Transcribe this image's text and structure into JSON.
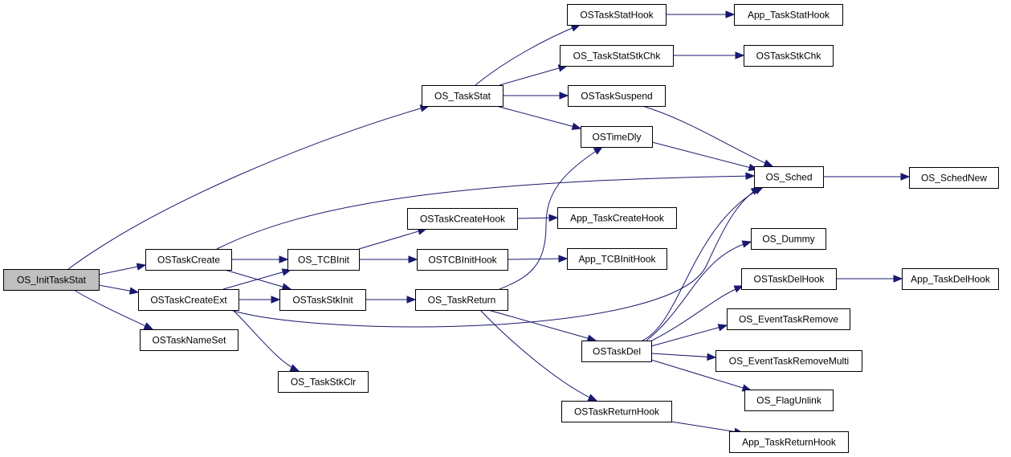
{
  "diagram": {
    "type": "call-graph",
    "colors": {
      "edge": "#191970",
      "node_border": "#000000",
      "node_fill": "#ffffff",
      "root_fill": "#bfbfbf"
    },
    "nodes": [
      {
        "id": "os_inittaskstat",
        "label": "OS_InitTaskStat",
        "root": true
      },
      {
        "id": "ostaskcreate",
        "label": "OSTaskCreate"
      },
      {
        "id": "ostaskcreateext",
        "label": "OSTaskCreateExt"
      },
      {
        "id": "ostasknameset",
        "label": "OSTaskNameSet"
      },
      {
        "id": "os_taskstkclr",
        "label": "OS_TaskStkClr"
      },
      {
        "id": "os_tcbinit",
        "label": "OS_TCBInit"
      },
      {
        "id": "ostaskstkinit",
        "label": "OSTaskStkInit"
      },
      {
        "id": "os_taskstat",
        "label": "OS_TaskStat"
      },
      {
        "id": "ostaskcreatehook",
        "label": "OSTaskCreateHook"
      },
      {
        "id": "ostcbinithook",
        "label": "OSTCBInitHook"
      },
      {
        "id": "os_taskreturn",
        "label": "OS_TaskReturn"
      },
      {
        "id": "ostaskstathook",
        "label": "OSTaskStatHook"
      },
      {
        "id": "os_taskstatstkchk",
        "label": "OS_TaskStatStkChk"
      },
      {
        "id": "ostasksuspend",
        "label": "OSTaskSuspend"
      },
      {
        "id": "ostimedly",
        "label": "OSTimeDly"
      },
      {
        "id": "app_taskcreatehook",
        "label": "App_TaskCreateHook"
      },
      {
        "id": "app_tcbinithook",
        "label": "App_TCBInitHook"
      },
      {
        "id": "ostaskdel",
        "label": "OSTaskDel"
      },
      {
        "id": "ostaskreturnhook",
        "label": "OSTaskReturnHook"
      },
      {
        "id": "app_taskstathook",
        "label": "App_TaskStatHook"
      },
      {
        "id": "ostaskstkchk",
        "label": "OSTaskStkChk"
      },
      {
        "id": "os_sched",
        "label": "OS_Sched"
      },
      {
        "id": "os_dummy",
        "label": "OS_Dummy"
      },
      {
        "id": "ostaskdelhook",
        "label": "OSTaskDelHook"
      },
      {
        "id": "os_eventtaskremove",
        "label": "OS_EventTaskRemove"
      },
      {
        "id": "os_eventtaskremovemulti",
        "label": "OS_EventTaskRemoveMulti"
      },
      {
        "id": "os_flagunlink",
        "label": "OS_FlagUnlink"
      },
      {
        "id": "app_taskreturnhook",
        "label": "App_TaskReturnHook"
      },
      {
        "id": "os_schednew",
        "label": "OS_SchedNew"
      },
      {
        "id": "app_taskdelhook",
        "label": "App_TaskDelHook"
      }
    ],
    "edges": [
      {
        "from": "os_inittaskstat",
        "to": "os_taskstat"
      },
      {
        "from": "os_inittaskstat",
        "to": "ostaskcreate"
      },
      {
        "from": "os_inittaskstat",
        "to": "ostaskcreateext"
      },
      {
        "from": "os_inittaskstat",
        "to": "ostasknameset"
      },
      {
        "from": "ostaskcreate",
        "to": "os_tcbinit"
      },
      {
        "from": "ostaskcreate",
        "to": "ostaskstkinit"
      },
      {
        "from": "ostaskcreate",
        "to": "os_sched"
      },
      {
        "from": "ostaskcreateext",
        "to": "os_tcbinit"
      },
      {
        "from": "ostaskcreateext",
        "to": "ostaskstkinit"
      },
      {
        "from": "ostaskcreateext",
        "to": "os_taskstkclr"
      },
      {
        "from": "ostaskcreateext",
        "to": "os_sched"
      },
      {
        "from": "os_tcbinit",
        "to": "ostaskcreatehook"
      },
      {
        "from": "os_tcbinit",
        "to": "ostcbinithook"
      },
      {
        "from": "ostaskstkinit",
        "to": "os_taskreturn"
      },
      {
        "from": "os_taskstat",
        "to": "ostaskstathook"
      },
      {
        "from": "os_taskstat",
        "to": "os_taskstatstkchk"
      },
      {
        "from": "os_taskstat",
        "to": "ostasksuspend"
      },
      {
        "from": "os_taskstat",
        "to": "ostimedly"
      },
      {
        "from": "ostaskcreatehook",
        "to": "app_taskcreatehook"
      },
      {
        "from": "ostcbinithook",
        "to": "app_tcbinithook"
      },
      {
        "from": "os_taskreturn",
        "to": "ostimedly"
      },
      {
        "from": "os_taskreturn",
        "to": "ostaskdel"
      },
      {
        "from": "os_taskreturn",
        "to": "ostaskreturnhook"
      },
      {
        "from": "ostaskstathook",
        "to": "app_taskstathook"
      },
      {
        "from": "os_taskstatstkchk",
        "to": "ostaskstkchk"
      },
      {
        "from": "ostasksuspend",
        "to": "os_sched"
      },
      {
        "from": "ostimedly",
        "to": "os_sched"
      },
      {
        "from": "ostaskdel",
        "to": "os_sched"
      },
      {
        "from": "ostaskdel",
        "to": "os_dummy"
      },
      {
        "from": "ostaskdel",
        "to": "ostaskdelhook"
      },
      {
        "from": "ostaskdel",
        "to": "os_eventtaskremove"
      },
      {
        "from": "ostaskdel",
        "to": "os_eventtaskremovemulti"
      },
      {
        "from": "ostaskdel",
        "to": "os_flagunlink"
      },
      {
        "from": "ostaskreturnhook",
        "to": "app_taskreturnhook"
      },
      {
        "from": "os_sched",
        "to": "os_schednew"
      },
      {
        "from": "ostaskdelhook",
        "to": "app_taskdelhook"
      }
    ]
  }
}
